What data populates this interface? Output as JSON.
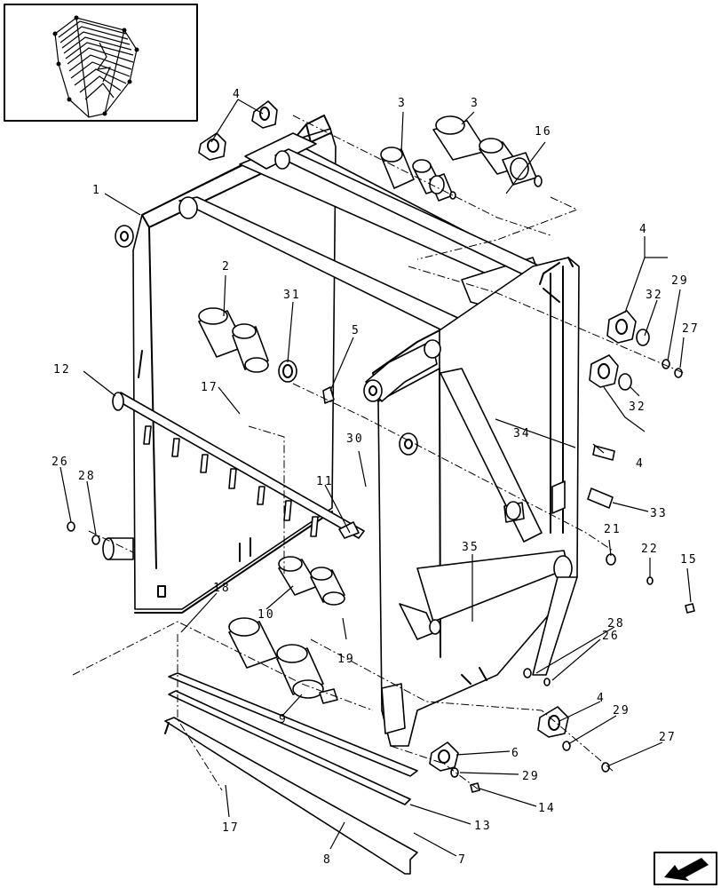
{
  "callouts": [
    {
      "id": "c1",
      "text": "1"
    },
    {
      "id": "c2",
      "text": "2"
    },
    {
      "id": "c3a",
      "text": "3"
    },
    {
      "id": "c3b",
      "text": "3"
    },
    {
      "id": "c4a",
      "text": "4"
    },
    {
      "id": "c4b",
      "text": "4"
    },
    {
      "id": "c4c",
      "text": "4"
    },
    {
      "id": "c4d",
      "text": "4"
    },
    {
      "id": "c5",
      "text": "5"
    },
    {
      "id": "c6",
      "text": "6"
    },
    {
      "id": "c7",
      "text": "7"
    },
    {
      "id": "c8",
      "text": "8"
    },
    {
      "id": "c9",
      "text": "9"
    },
    {
      "id": "c10",
      "text": "10"
    },
    {
      "id": "c11",
      "text": "11"
    },
    {
      "id": "c12",
      "text": "12"
    },
    {
      "id": "c13",
      "text": "13"
    },
    {
      "id": "c14",
      "text": "14"
    },
    {
      "id": "c15",
      "text": "15"
    },
    {
      "id": "c16",
      "text": "16"
    },
    {
      "id": "c17a",
      "text": "17"
    },
    {
      "id": "c17b",
      "text": "17"
    },
    {
      "id": "c18",
      "text": "18"
    },
    {
      "id": "c19",
      "text": "19"
    },
    {
      "id": "c21",
      "text": "21"
    },
    {
      "id": "c22",
      "text": "22"
    },
    {
      "id": "c26a",
      "text": "26"
    },
    {
      "id": "c26b",
      "text": "26"
    },
    {
      "id": "c27a",
      "text": "27"
    },
    {
      "id": "c27b",
      "text": "27"
    },
    {
      "id": "c28a",
      "text": "28"
    },
    {
      "id": "c28b",
      "text": "28"
    },
    {
      "id": "c29a",
      "text": "29"
    },
    {
      "id": "c29b",
      "text": "29"
    },
    {
      "id": "c29c",
      "text": "29"
    },
    {
      "id": "c30",
      "text": "30"
    },
    {
      "id": "c31",
      "text": "31"
    },
    {
      "id": "c32a",
      "text": "32"
    },
    {
      "id": "c32b",
      "text": "32"
    },
    {
      "id": "c33",
      "text": "33"
    },
    {
      "id": "c34",
      "text": "34"
    },
    {
      "id": "c35",
      "text": "35"
    }
  ],
  "icons": {
    "thumbnail": "baler-overview-icon",
    "nav": "next-page-arrow-icon"
  }
}
